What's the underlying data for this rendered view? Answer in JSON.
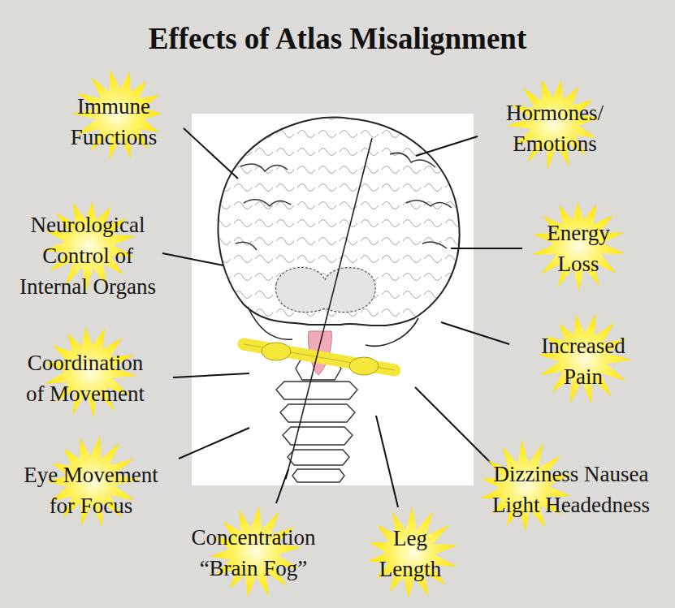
{
  "diagram": {
    "title": "Effects of Atlas Misalignment",
    "nodes": [
      {
        "text": [
          "Immune Functions"
        ]
      },
      {
        "text": [
          "Hormones/ Emotions"
        ]
      },
      {
        "text": [
          "Neurological Control of Internal Organs"
        ]
      },
      {
        "text": [
          "Energy Loss"
        ]
      },
      {
        "text": [
          "Coordination of Movement"
        ]
      },
      {
        "text": [
          "Increased Pain"
        ]
      },
      {
        "text": [
          "Eye Movement for Focus"
        ]
      },
      {
        "text": [
          "Concentration “Brain Fog”"
        ]
      },
      {
        "text": [
          "Leg Length"
        ]
      },
      {
        "text": [
          "Dizziness Nausea Light Headedness"
        ]
      }
    ]
  }
}
